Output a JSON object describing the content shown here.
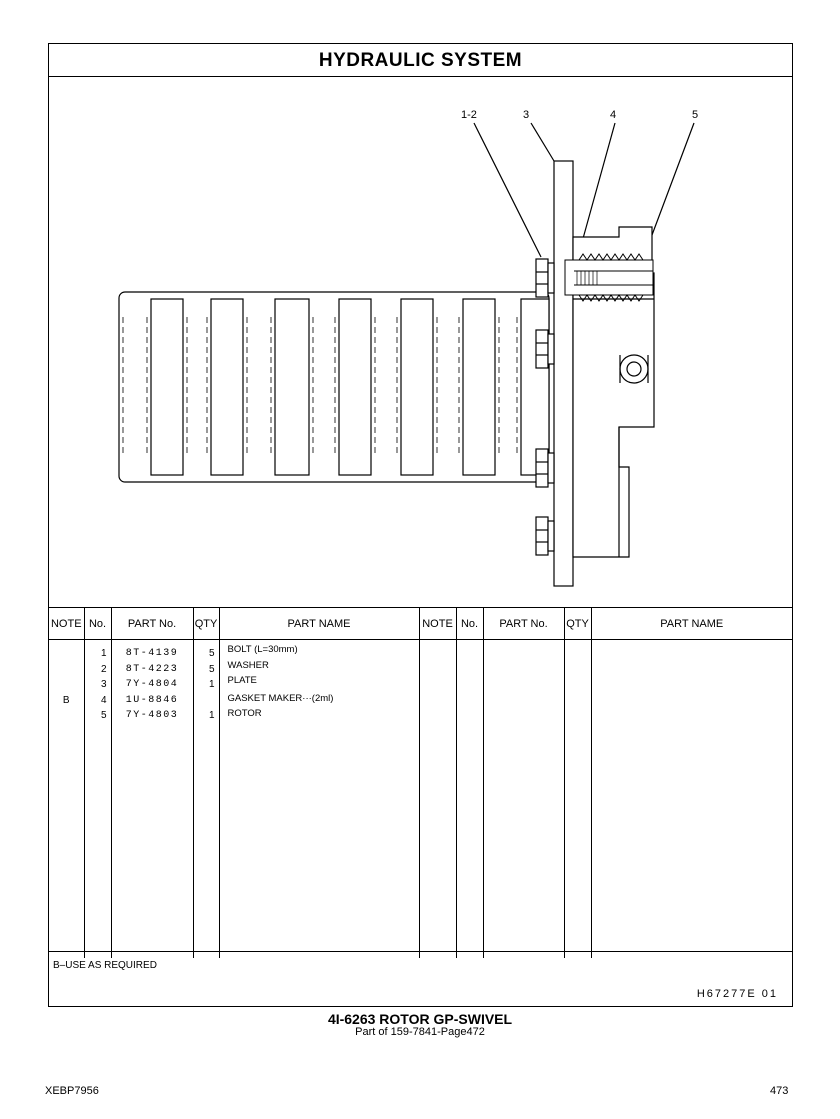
{
  "header": {
    "title": "HYDRAULIC SYSTEM"
  },
  "callouts": [
    "1-2",
    "3",
    "4",
    "5"
  ],
  "table": {
    "columns_left": [
      "NOTE",
      "No.",
      "PART No.",
      "QTY",
      "PART NAME"
    ],
    "columns_right": [
      "NOTE",
      "No.",
      "PART No.",
      "QTY",
      "PART NAME"
    ],
    "rows": [
      {
        "note": "",
        "no": "1",
        "part_no": "8T-4139",
        "qty": "5",
        "name": "BOLT (L=30mm)"
      },
      {
        "note": "",
        "no": "2",
        "part_no": "8T-4223",
        "qty": "5",
        "name": "WASHER"
      },
      {
        "note": "",
        "no": "3",
        "part_no": "7Y-4804",
        "qty": "1",
        "name": "PLATE"
      },
      {
        "note": "B",
        "no": "4",
        "part_no": "1U-8846",
        "qty": "",
        "name": "GASKET MAKER···(2ml)"
      },
      {
        "note": "",
        "no": "5",
        "part_no": "7Y-4803",
        "qty": "1",
        "name": "ROTOR"
      }
    ]
  },
  "note": "B–USE AS REQUIRED",
  "doc_number": "H67277E 01",
  "assembly": {
    "title": "4I-6263 ROTOR GP-SWIVEL",
    "subtitle": "Part of 159-7841-Page472"
  },
  "footer": {
    "publication": "XEBP7956",
    "page": "473"
  }
}
